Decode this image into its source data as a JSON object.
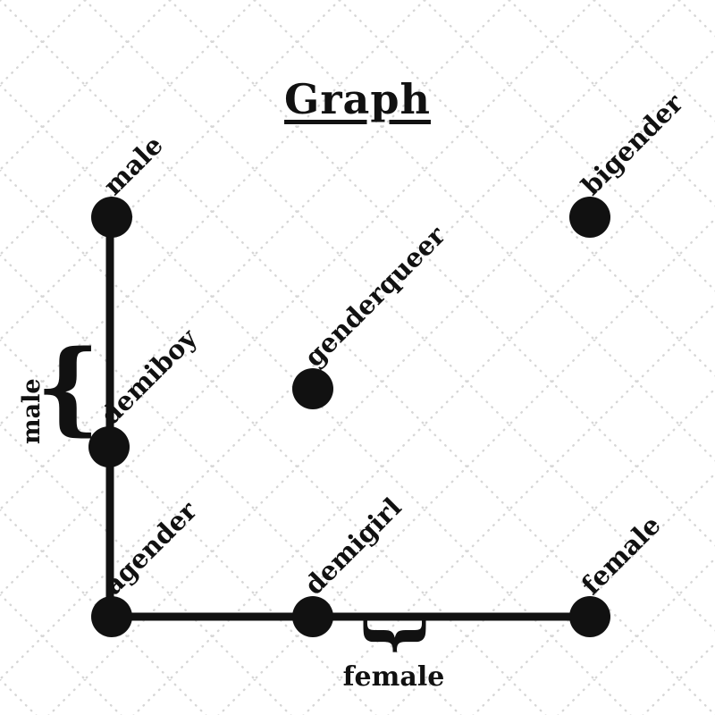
{
  "title": "Graph",
  "nodes": [
    {
      "id": "male",
      "label": "male"
    },
    {
      "id": "bigender",
      "label": "bigender"
    },
    {
      "id": "genderqueer",
      "label": "genderqueer"
    },
    {
      "id": "demiboy",
      "label": "demiboy"
    },
    {
      "id": "agender",
      "label": "agender"
    },
    {
      "id": "demigirl",
      "label": "demigirl"
    },
    {
      "id": "female",
      "label": "female"
    }
  ],
  "edges": [
    {
      "from": "male",
      "to": "demiboy"
    },
    {
      "from": "demiboy",
      "to": "agender"
    },
    {
      "from": "agender",
      "to": "demigirl"
    },
    {
      "from": "demigirl",
      "to": "female"
    }
  ],
  "braces": {
    "left": {
      "label": "male",
      "glyph": "{"
    },
    "bottom": {
      "label": "female",
      "glyph": "{"
    }
  },
  "colors": {
    "ink": "#111111",
    "grid": "#d6d6d6",
    "background": "#ffffff"
  }
}
